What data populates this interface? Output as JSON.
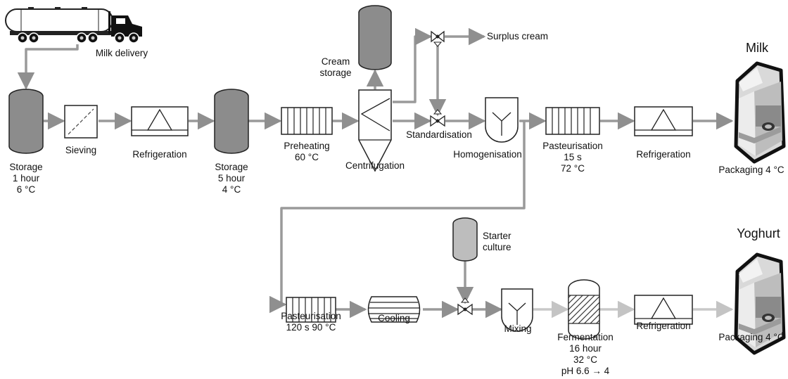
{
  "products": {
    "milk": "Milk",
    "yoghurt": "Yoghurt"
  },
  "labels": {
    "milk_delivery": "Milk delivery",
    "storage1": [
      "Storage",
      "1 hour",
      "6 °C"
    ],
    "sieving": "Sieving",
    "refrigeration1": "Refrigeration",
    "storage2": [
      "Storage",
      "5 hour",
      "4 °C"
    ],
    "preheating": [
      "Preheating",
      "60 °C"
    ],
    "cream_storage": [
      "Cream",
      "storage"
    ],
    "centrifugation": "Centrifugation",
    "surplus_cream": "Surplus cream",
    "standardisation": "Standardisation",
    "homogenisation": "Homogenisation",
    "pasteurisation1": [
      "Pasteurisation",
      "15 s",
      "72 °C"
    ],
    "refrigeration2": "Refrigeration",
    "packaging_milk": "Packaging 4 °C",
    "starter_culture": [
      "Starter",
      "culture"
    ],
    "pasteurisation2": [
      "Pasteurisation",
      "120 s 90 °C"
    ],
    "cooling": "Cooling",
    "mixing": "Mixing",
    "fermentation": [
      "Fermentation",
      "16 hour",
      "32 °C",
      "pH 6.6 → 4"
    ],
    "refrigeration3": "Refrigeration",
    "packaging_yoghurt": "Packaging 4 °C"
  },
  "colors": {
    "line_dark": "#9a9a9a",
    "line_light": "#c8c8c8",
    "tank_fill": "#8c8c8c",
    "stroke": "#222222"
  }
}
